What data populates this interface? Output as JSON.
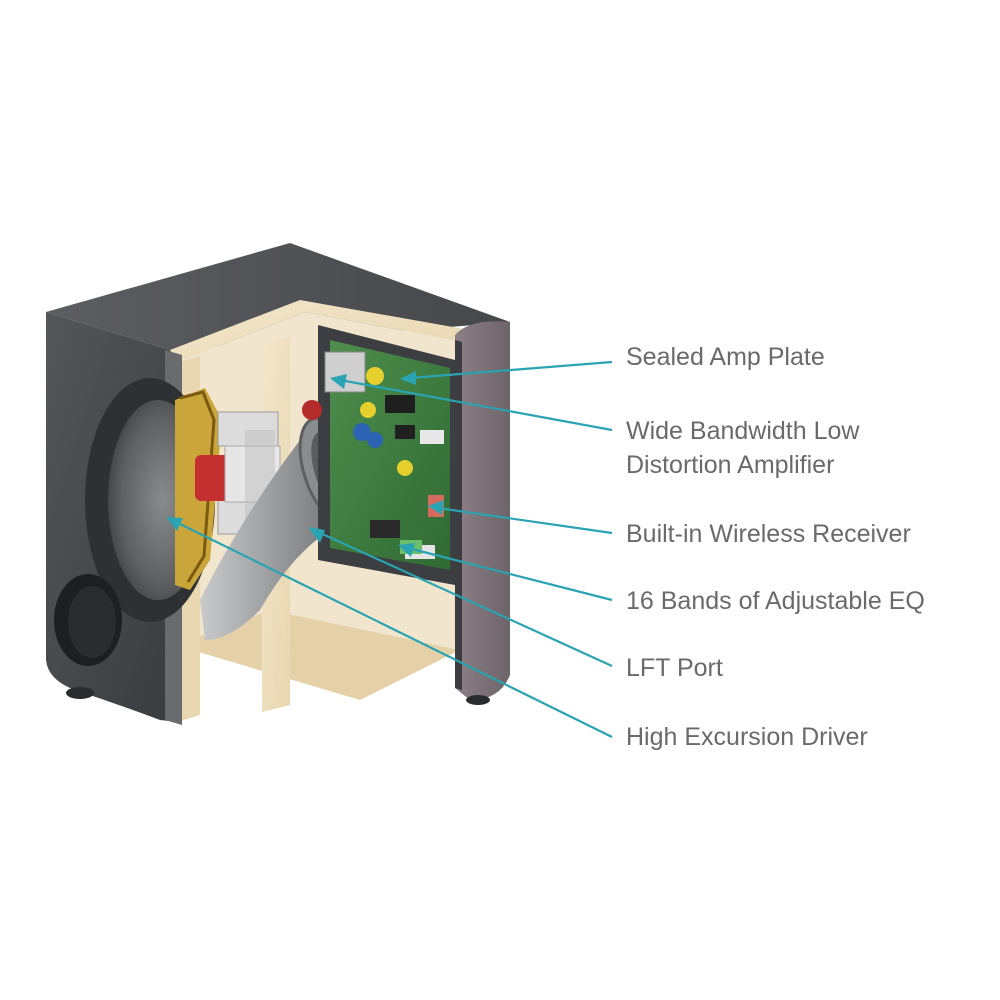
{
  "colors": {
    "cabinet": "#4a4b4e",
    "cabinet_dark": "#2f3033",
    "wood": "#efe0bf",
    "callout": "#2aa3b3",
    "label_text": "#6a6a6a"
  },
  "callouts": [
    {
      "id": "sealed-amp-plate",
      "lines": [
        "Sealed Amp Plate"
      ]
    },
    {
      "id": "amplifier",
      "lines": [
        "Wide Bandwidth Low",
        "Distortion Amplifier"
      ]
    },
    {
      "id": "wireless-receiver",
      "lines": [
        "Built-in Wireless Receiver"
      ]
    },
    {
      "id": "eq",
      "lines": [
        "16 Bands of Adjustable EQ"
      ]
    },
    {
      "id": "lft-port",
      "lines": [
        "LFT Port"
      ]
    },
    {
      "id": "driver",
      "lines": [
        "High Excursion Driver"
      ]
    }
  ]
}
